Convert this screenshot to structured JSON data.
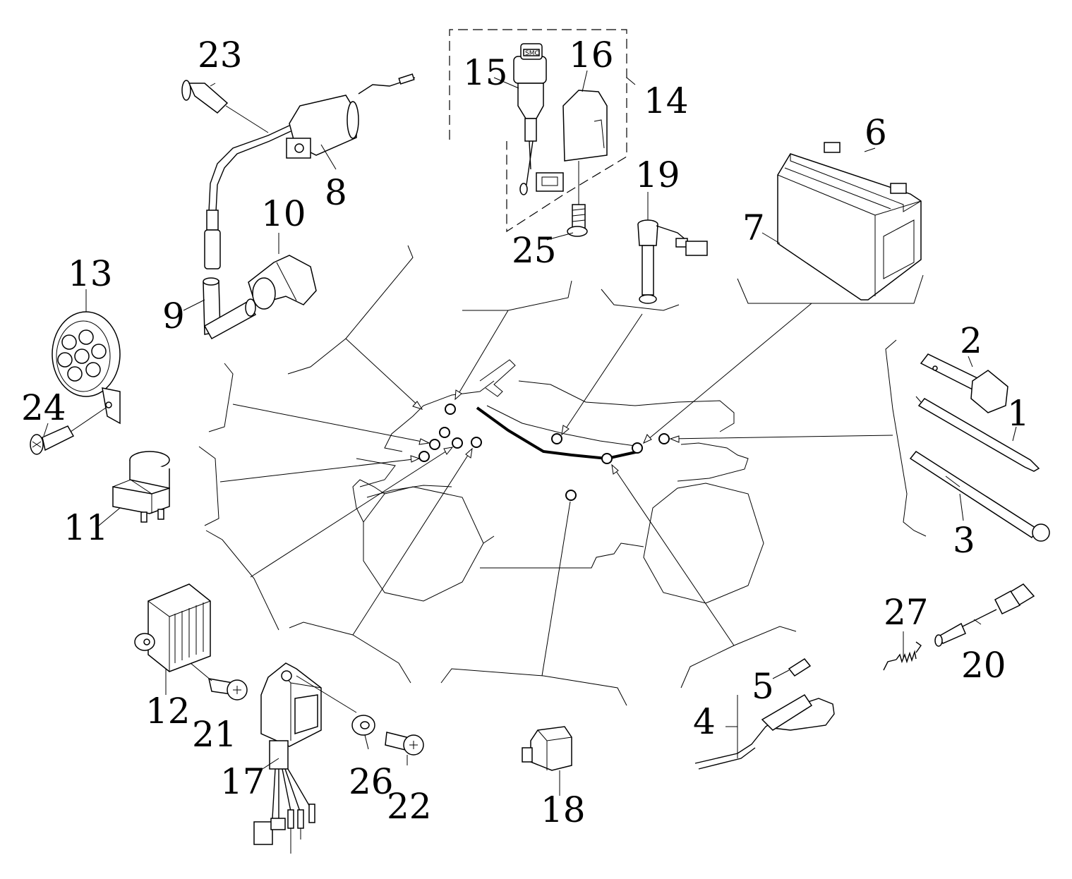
{
  "labels": {
    "p1": "1",
    "p2": "2",
    "p3": "3",
    "p4": "4",
    "p5": "5",
    "p6": "6",
    "p7": "7",
    "p8": "8",
    "p9": "9",
    "p10": "10",
    "p11": "11",
    "p12": "12",
    "p13": "13",
    "p14": "14",
    "p15": "15",
    "p16": "16",
    "p17": "17",
    "p18": "18",
    "p19": "19",
    "p20": "20",
    "p21": "21",
    "p22": "22",
    "p23": "23",
    "p24": "24",
    "p25": "25",
    "p26": "26",
    "p27": "27"
  },
  "key_marking": "SMC"
}
